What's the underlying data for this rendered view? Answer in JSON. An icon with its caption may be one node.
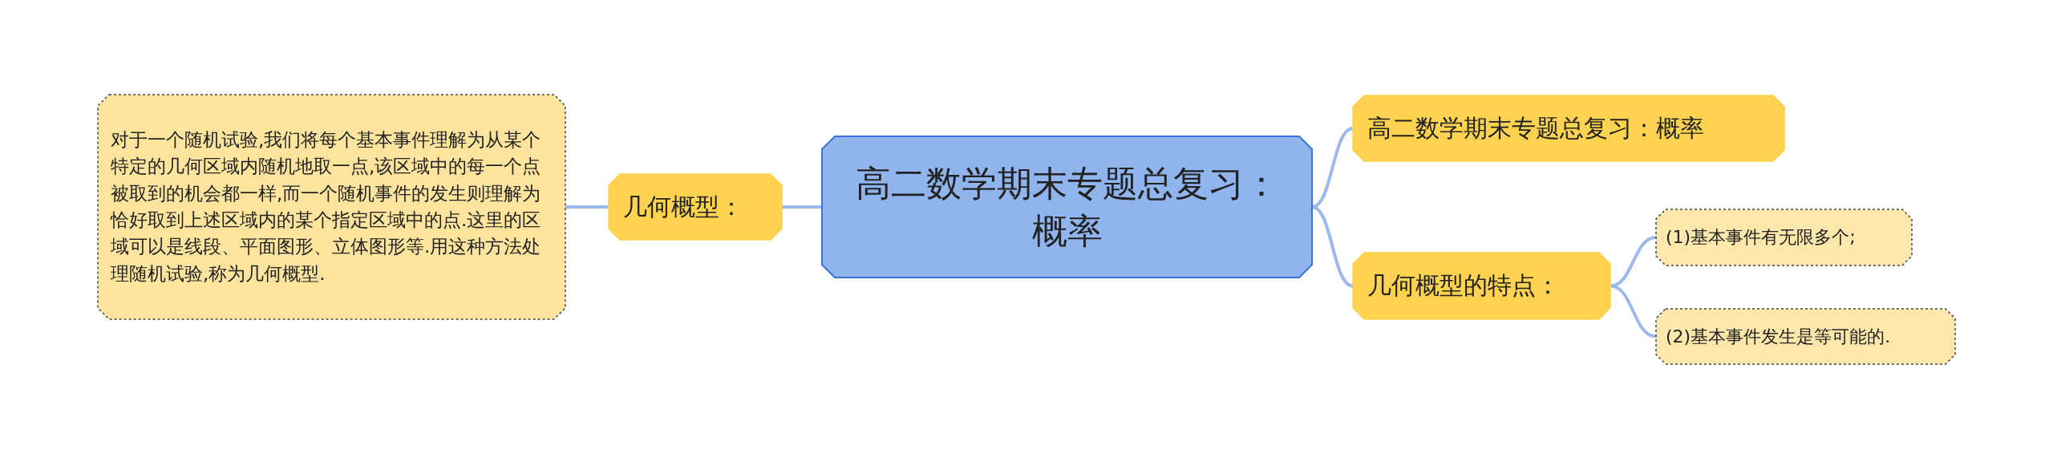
{
  "diagram": {
    "nodes": [
      {
        "text": [
          "高二数学期末专题总复习：概率"
        ]
      },
      {
        "text": [
          "几何概型："
        ]
      },
      {
        "text": [
          "对于一个随机试验,我们将每个基本事件理解为从某个特定的几何区域内随机地取一点,该区域中的每一个点被取到的机会都一样,而一个随机事件的发生则理解为恰好取到上述区域内的某个指定区域中的点.这里的区域可以是线段、平面图形、立体图形等.用这种方法处理随机试验,称为几何概型."
        ]
      },
      {
        "text": [
          "高二数学期末专题总复习：概率"
        ]
      },
      {
        "text": [
          "几何概型的特点："
        ]
      },
      {
        "text": [
          "(1)基本事件有无限多个;"
        ]
      },
      {
        "text": [
          "(2)基本事件发生是等可能的."
        ]
      }
    ],
    "edges": [
      {
        "from": 0,
        "to": 1,
        "arrow": "none"
      },
      {
        "from": 1,
        "to": 2,
        "arrow": "none"
      },
      {
        "from": 0,
        "to": 3,
        "arrow": "none"
      },
      {
        "from": 0,
        "to": 4,
        "arrow": "none"
      },
      {
        "from": 4,
        "to": 5,
        "arrow": "none"
      },
      {
        "from": 4,
        "to": 6,
        "arrow": "none"
      }
    ]
  }
}
